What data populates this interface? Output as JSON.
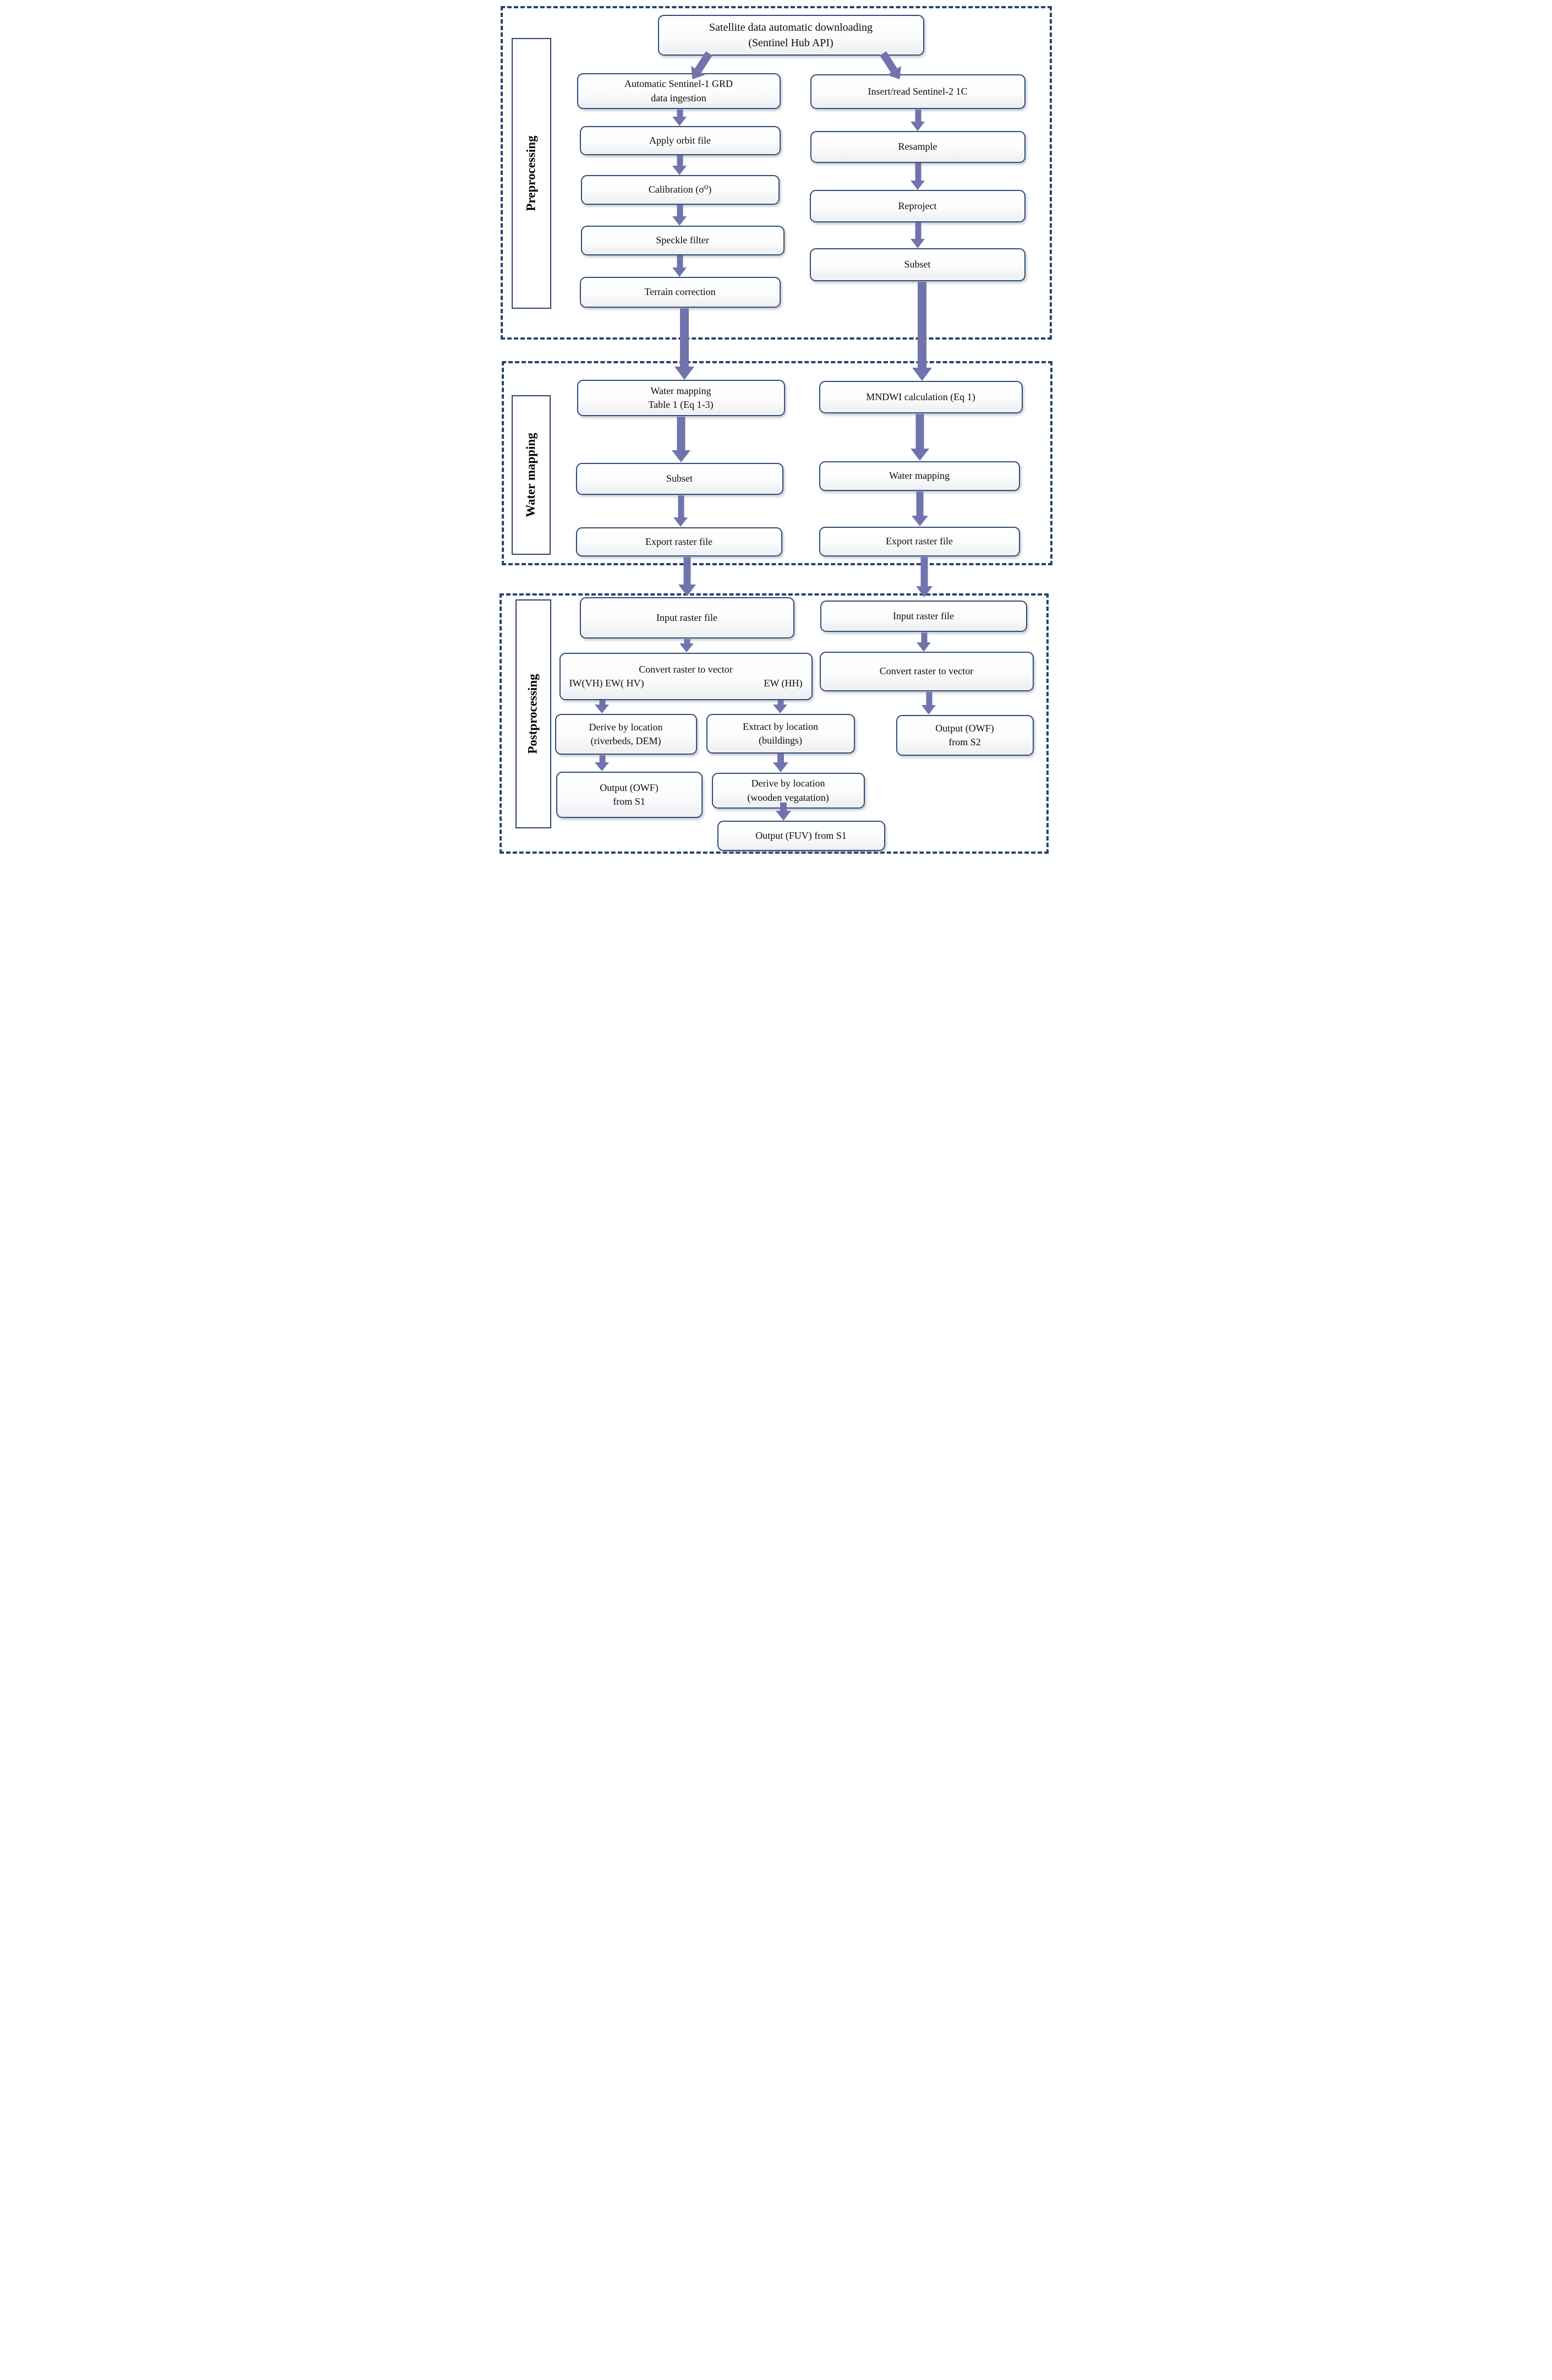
{
  "colors": {
    "arrow": "#7173ad",
    "box_border": "#2e4d78",
    "dashed_border": "#27426f",
    "text": "#0b0b0b"
  },
  "sections": {
    "preprocessing": {
      "label": "Preprocessing"
    },
    "water_mapping": {
      "label": "Water mapping"
    },
    "postprocessing": {
      "label": "Postprocessing"
    }
  },
  "nodes": {
    "satellite_download": "Satellite data automatic downloading\n(Sentinel Hub API)",
    "s1_ingestion": "Automatic Sentinel-1 GRD\ndata ingestion",
    "apply_orbit": "Apply orbit file",
    "calibration": "Calibration (σ⁰)",
    "speckle_filter": "Speckle filter",
    "terrain_correction": "Terrain correction",
    "s2_insert": "Insert/read Sentinel-2 1C",
    "resample": "Resample",
    "reproject": "Reproject",
    "subset_s2": "Subset",
    "water_mapping_table": "Water mapping\nTable 1 (Eq 1-3)",
    "mndwi": "MNDWI calculation (Eq 1)",
    "subset_s1": "Subset",
    "water_mapping_s2": "Water mapping",
    "export_raster_s1": "Export raster file",
    "export_raster_s2": "Export raster file",
    "input_raster_s1": "Input raster file",
    "input_raster_s2": "Input raster file",
    "convert_s1": {
      "title": "Convert raster to vector",
      "left": "IW(VH) EW( HV)",
      "right": "EW (HH)"
    },
    "convert_s2": "Convert raster to vector",
    "derive_riverbeds": "Derive by location\n(riverbeds, DEM)",
    "extract_buildings": "Extract by location\n(buildings)",
    "output_owf_s2": "Output (OWF)\nfrom S2",
    "output_owf_s1": "Output (OWF)\nfrom S1",
    "derive_wooden": "Derive by location\n(wooden vegatation)",
    "output_fuv_s1": "Output (FUV) from S1"
  }
}
